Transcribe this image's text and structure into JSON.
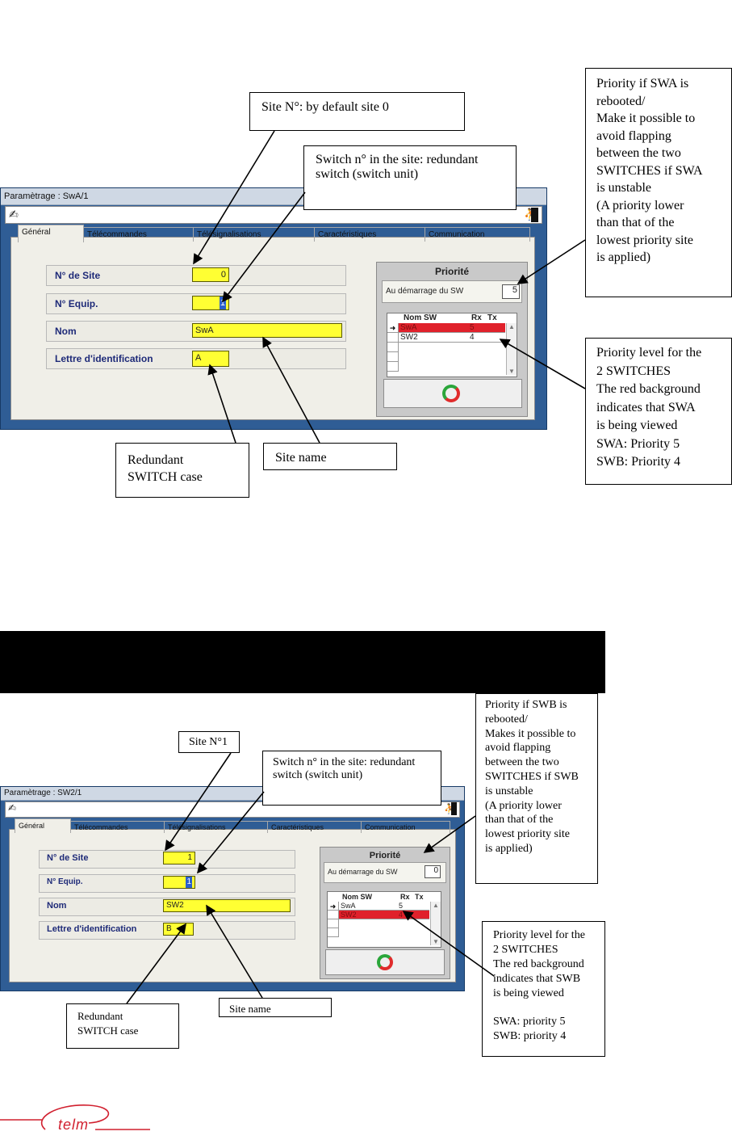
{
  "top": {
    "window_title": "Paramètrage : SwA/1",
    "tabs": [
      "Général",
      "Télécommandes",
      "Télésignalisations",
      "Caractéristiques",
      "Communication"
    ],
    "fields": {
      "site_label": "N° de Site",
      "site_value": "0",
      "equip_label": "N° Equip.",
      "equip_value": "1",
      "name_label": "Nom",
      "name_value": "SwA",
      "letter_label": "Lettre d'identification",
      "letter_value": "A"
    },
    "priority": {
      "title": "Priorité",
      "startup_label": "Au démarrage du SW",
      "startup_value": "5",
      "grid_headers": [
        "Nom SW",
        "Rx",
        "Tx"
      ],
      "rows": [
        {
          "name": "SwA",
          "rx": "5",
          "highlighted": true,
          "current": true
        },
        {
          "name": "SW2",
          "rx": "4",
          "highlighted": false,
          "current": false
        }
      ]
    },
    "callouts": {
      "site": "Site N°: by default site 0",
      "switch": "Switch n° in the site: redundant switch (switch unit)",
      "priority_if": "Priority if SWA is\nrebooted/\nMake it possible to\navoid flapping\nbetween the two\nSWITCHES if SWA\nis unstable\n(A priority lower\nthan that of the\nlowest priority site\nis applied)",
      "priority_level": "Priority level for the\n2 SWITCHES\nThe red background\nindicates that SWA\nis being viewed\nSWA: Priority 5\nSWB: Priority 4",
      "redundant": "Redundant\nSWITCH case",
      "site_name": "Site name"
    }
  },
  "bottom": {
    "window_title": "Paramètrage : SW2/1",
    "tabs": [
      "Général",
      "Télécommandes",
      "Télésignalisations",
      "Caractéristiques",
      "Communication"
    ],
    "fields": {
      "site_label": "N° de Site",
      "site_value": "1",
      "equip_label": "N° Equip.",
      "equip_value": "1",
      "name_label": "Nom",
      "name_value": "SW2",
      "letter_label": "Lettre d'identification",
      "letter_value": "B"
    },
    "priority": {
      "title": "Priorité",
      "startup_label": "Au démarrage du SW",
      "startup_value": "0",
      "grid_headers": [
        "Nom SW",
        "Rx",
        "Tx"
      ],
      "rows": [
        {
          "name": "SwA",
          "rx": "5",
          "highlighted": false,
          "current": true
        },
        {
          "name": "SW2",
          "rx": "4",
          "highlighted": true,
          "current": false
        }
      ]
    },
    "callouts": {
      "site": "Site N°1",
      "switch": "Switch n° in the site: redundant switch (switch unit)",
      "priority_if": "Priority if SWB is\nrebooted/\nMakes it possible to\navoid flapping\nbetween the two\nSWITCHES if SWB\nis unstable\n(A priority lower\nthan that of the\nlowest priority site\nis applied)",
      "priority_level": "Priority level for the\n2 SWITCHES\nThe red background\nindicates that SWB\nis being viewed\n\nSWA: priority 5\nSWB: priority 4",
      "redundant": "Redundant\nSWITCH case",
      "site_name": "Site name"
    }
  },
  "logo": {
    "text": "telm",
    "color": "#d1202f"
  },
  "colors": {
    "window_frame": "#2f5d95",
    "field_highlight": "#ffff33",
    "row_highlight": "#e0212b",
    "label": "#1e2a78"
  }
}
